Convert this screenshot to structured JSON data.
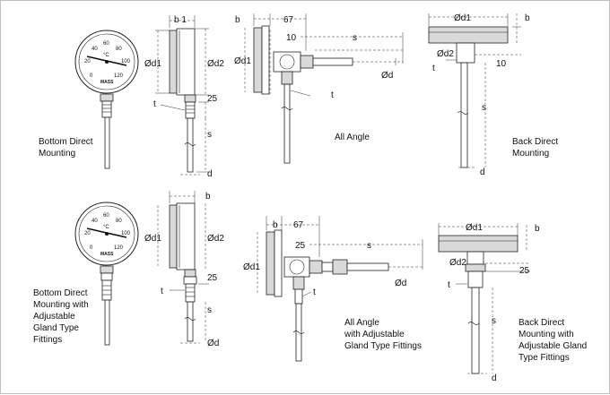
{
  "captions": {
    "bottom_direct": [
      "Bottom Direct",
      "Mounting"
    ],
    "all_angle": [
      "All Angle"
    ],
    "back_direct": [
      "Back Direct",
      "Mounting"
    ],
    "bottom_gland": [
      "Bottom Direct",
      "Mounting with",
      "Adjustable",
      "Gland Type",
      "Fittings"
    ],
    "angle_gland": [
      "All Angle",
      "with Adjustable",
      "Gland Type Fittings"
    ],
    "back_gland": [
      "Back Direct",
      "Mounting with",
      "Adjustable Gland",
      "Type Fittings"
    ]
  },
  "dims": {
    "b": "b",
    "b1": "b 1",
    "d1": "Ød1",
    "d2": "Ød2",
    "d": "d",
    "od": "Ød",
    "s": "s",
    "t": "t",
    "v25": "25",
    "v67": "67",
    "v10": "10"
  },
  "gauge": {
    "ticks": [
      "0",
      "20",
      "40",
      "60",
      "80",
      "100",
      "120"
    ],
    "unit": "°C",
    "brand": "MASS"
  }
}
